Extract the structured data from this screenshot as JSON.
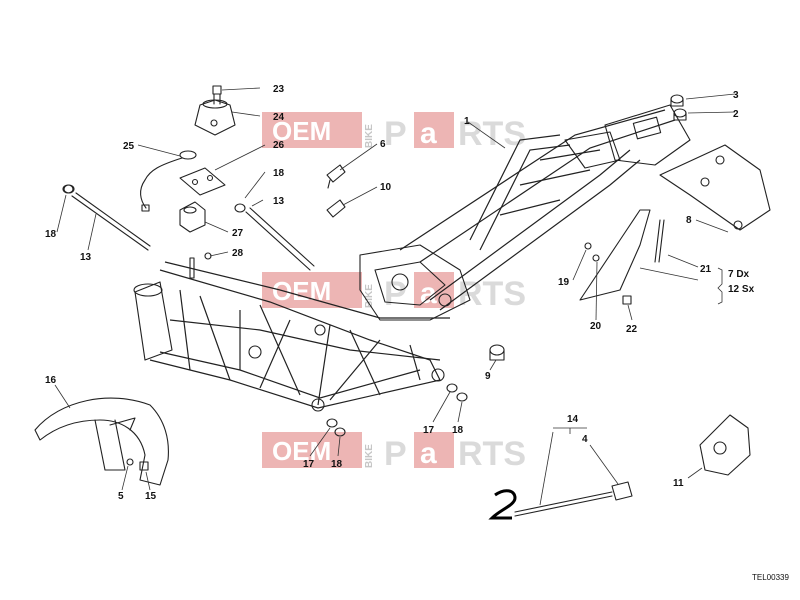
{
  "callouts": {
    "c1": "1",
    "c2": "2",
    "c3": "3",
    "c5": "5",
    "c6": "6",
    "c8": "8",
    "c9": "9",
    "c10": "10",
    "c11": "11",
    "c13a": "13",
    "c13b": "13",
    "c14": "14",
    "c4": "4",
    "c15": "15",
    "c16": "16",
    "c17a": "17",
    "c17b": "17",
    "c18a": "18",
    "c18b": "18",
    "c18c": "18",
    "c18d": "18",
    "c19": "19",
    "c20": "20",
    "c21": "21",
    "c22": "22",
    "c23": "23",
    "c24": "24",
    "c25": "25",
    "c26": "26",
    "c27": "27",
    "c28": "28",
    "variant_dx": "7 Dx",
    "variant_sx": "12 Sx",
    "handwritten": "2"
  },
  "diagram_code": "TEL00339",
  "watermark": {
    "oem": "OEM",
    "bike": "BIKE",
    "parts_p": "P",
    "parts_a": "a",
    "parts_rts": "RTS"
  },
  "colors": {
    "watermark_red": "#d9534f",
    "watermark_grey": "#c8c8c8",
    "line": "#222222"
  }
}
